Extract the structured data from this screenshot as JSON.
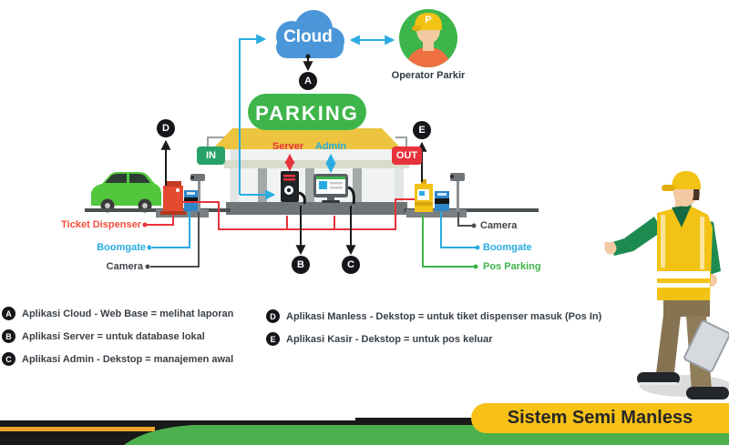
{
  "diagram": {
    "cloud_label": "Cloud",
    "marker_a": "A",
    "marker_b": "B",
    "marker_c": "C",
    "marker_d": "D",
    "marker_e": "E",
    "operator_label": "Operator Parkir",
    "operator_helmet_letter": "P",
    "parking_sign": "PARKING",
    "in_label": "IN",
    "out_label": "OUT",
    "server_label": "Server",
    "admin_label": "Admin",
    "left_ticket_dispenser": "Ticket Dispenser",
    "left_boomgate": "Boomgate",
    "left_camera": "Camera",
    "right_camera": "Camera",
    "right_boomgate": "Boomgate",
    "right_pos_parking": "Pos Parking"
  },
  "legend": {
    "items": [
      {
        "letter": "A",
        "text": "Aplikasi Cloud - Web Base = melihat laporan"
      },
      {
        "letter": "B",
        "text": "Aplikasi Server = untuk database lokal"
      },
      {
        "letter": "C",
        "text": "Aplikasi Admin - Dekstop = manajemen awal"
      },
      {
        "letter": "D",
        "text": "Aplikasi Manless - Dekstop = untuk tiket dispenser masuk (Pos In)"
      },
      {
        "letter": "E",
        "text": "Aplikasi Kasir - Dekstop = untuk pos keluar"
      }
    ]
  },
  "footer": {
    "banner_title": "Sistem Semi Manless"
  },
  "colors": {
    "cloud_blue": "#4a96d8",
    "brand_green": "#3db54a",
    "alert_red": "#e8323c",
    "light_blue": "#29abe2",
    "accent_yellow": "#f2c214",
    "in_green": "#27a168",
    "orange_red": "#f04e3a",
    "dark": "#1f2326"
  }
}
